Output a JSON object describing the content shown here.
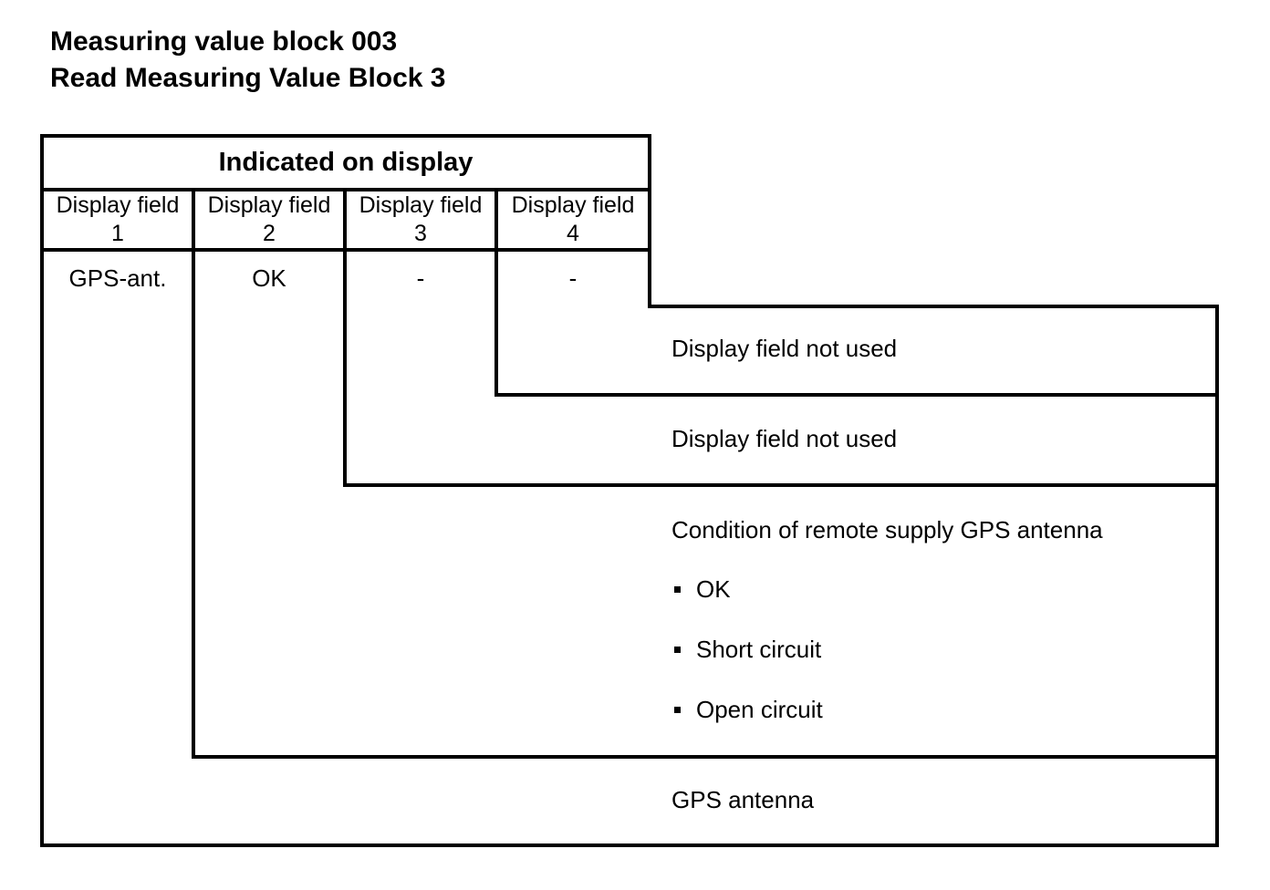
{
  "title": {
    "line1": "Measuring value block 003",
    "line2": "Read Measuring Value Block 3"
  },
  "table": {
    "header": "Indicated on display",
    "columns": [
      {
        "line1": "Display field",
        "line2": "1"
      },
      {
        "line1": "Display field",
        "line2": "2"
      },
      {
        "line1": "Display field",
        "line2": "3"
      },
      {
        "line1": "Display field",
        "line2": "4"
      }
    ],
    "values": [
      "GPS-ant.",
      "OK",
      "-",
      "-"
    ]
  },
  "callouts": [
    {
      "field": "Display field 4",
      "text": "Display field not used"
    },
    {
      "field": "Display field 3",
      "text": "Display field not used"
    },
    {
      "field": "Display field 2",
      "heading": "Condition of remote supply GPS antenna",
      "bullets": [
        "OK",
        "Short circuit",
        "Open circuit"
      ]
    },
    {
      "field": "Display field 1",
      "text": "GPS antenna"
    }
  ],
  "colors": {
    "line": "#000000",
    "text": "#000000",
    "background": "#ffffff"
  }
}
